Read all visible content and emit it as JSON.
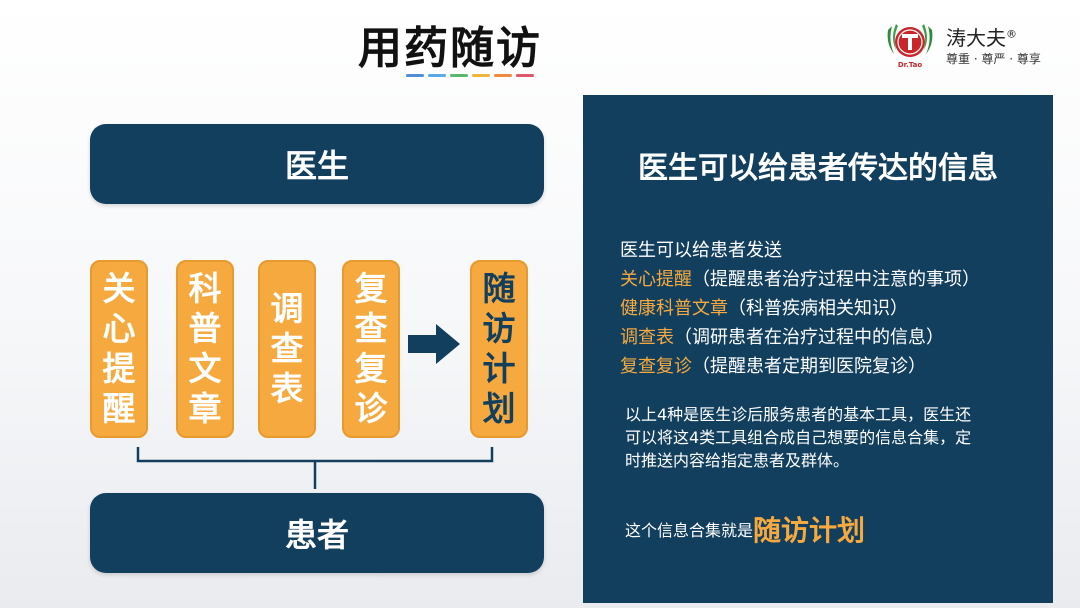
{
  "slide": {
    "title": "用药随访"
  },
  "title_underline_colors": [
    "#4f8fd6",
    "#5aa9e6",
    "#59b86b",
    "#f0b63c",
    "#f08a3c",
    "#e0566b"
  ],
  "logo": {
    "name": "涛大夫",
    "reg_mark": "®",
    "slogan": "尊重 · 尊严 · 尊享",
    "badge_text": "Dr.Tao"
  },
  "diagram": {
    "doctor_label": "医生",
    "patient_label": "患者",
    "tools": [
      "关心提醒",
      "科普文章",
      "调查表",
      "复查复诊"
    ],
    "plan_label": "随访计划"
  },
  "panel": {
    "title": "医生可以给患者传达的信息",
    "intro": "医生可以给患者发送",
    "items": [
      {
        "name": "关心提醒",
        "desc": "（提醒患者治疗过程中注意的事项）"
      },
      {
        "name": "健康科普文章",
        "desc": "（科普疾病相关知识）"
      },
      {
        "name": "调查表",
        "desc": "（调研患者在治疗过程中的信息）"
      },
      {
        "name": "复查复诊",
        "desc": "（提醒患者定期到医院复诊）"
      }
    ],
    "description": "以上4种是医生诊后服务患者的基本工具，医生还可以将这4类工具组合成自己想要的信息合集，定时推送内容给指定患者及群体。",
    "conclusion_prefix": "这个信息合集就是",
    "conclusion_highlight": "随访计划"
  },
  "colors": {
    "navy": "#123f5e",
    "orange": "#f5a93e",
    "logo_red": "#c8262b",
    "logo_green": "#2e8b3a"
  }
}
